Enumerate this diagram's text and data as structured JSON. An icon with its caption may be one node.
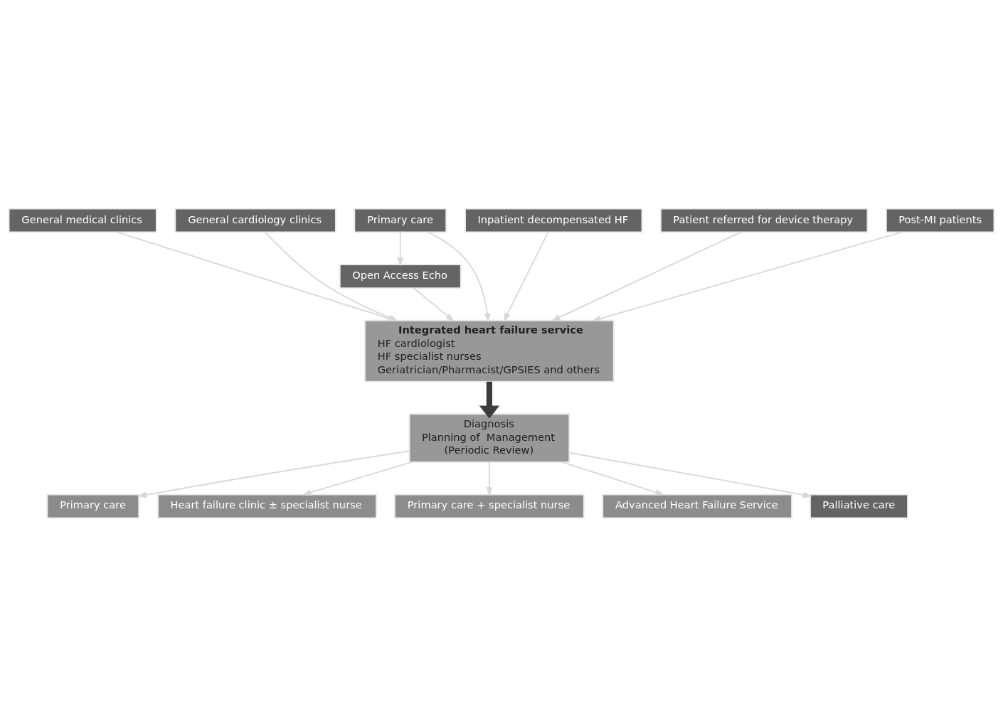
{
  "diagram": {
    "nodes": [
      {
        "text": [
          "General medical clinics"
        ]
      },
      {
        "text": [
          "General cardiology clinics"
        ]
      },
      {
        "text": [
          "Primary care"
        ]
      },
      {
        "text": [
          "Open Access Echo"
        ]
      },
      {
        "text": [
          "Inpatient decompensated HF"
        ]
      },
      {
        "text": [
          "Integrated heart failure service",
          "HF cardiologist",
          "HF specialist nurses",
          "Geriatrician/Pharmacist/GPSIES and others"
        ]
      },
      {
        "text": [
          "Patient referred for device therapy"
        ]
      },
      {
        "text": [
          "Post-MI patients"
        ]
      },
      {
        "text": [
          "Diagnosis",
          "Planning of  Management",
          "(Periodic Review)"
        ]
      },
      {
        "text": [
          "Primary care"
        ]
      },
      {
        "text": [
          "Heart failure clinic ± specialist nurse"
        ]
      },
      {
        "text": [
          "Primary care + specialist nurse"
        ]
      },
      {
        "text": [
          "Advanced Heart Failure Service"
        ]
      },
      {
        "text": [
          "Palliative care"
        ]
      }
    ],
    "edges": [
      {
        "from": 0,
        "to": 5,
        "arrow": "to"
      },
      {
        "from": 1,
        "to": 5,
        "arrow": "to"
      },
      {
        "from": 2,
        "to": 5,
        "arrow": "to"
      },
      {
        "from": 2,
        "to": 3,
        "arrow": "to"
      },
      {
        "from": 3,
        "to": 5,
        "arrow": "to"
      },
      {
        "from": 4,
        "to": 5,
        "arrow": "to"
      },
      {
        "from": 6,
        "to": 5,
        "arrow": "to"
      },
      {
        "from": 7,
        "to": 5,
        "arrow": "to"
      },
      {
        "from": 5,
        "to": 8,
        "arrow": "to",
        "style": "thick",
        "color": "#3c3c3c"
      },
      {
        "from": 8,
        "to": 9,
        "arrow": "to"
      },
      {
        "from": 8,
        "to": 11,
        "arrow": "to"
      },
      {
        "from": 8,
        "to": 13,
        "arrow": "to"
      },
      {
        "from": 8,
        "to": 12,
        "arrow": "to"
      },
      {
        "from": 8,
        "to": 10,
        "arrow": "to"
      }
    ]
  }
}
